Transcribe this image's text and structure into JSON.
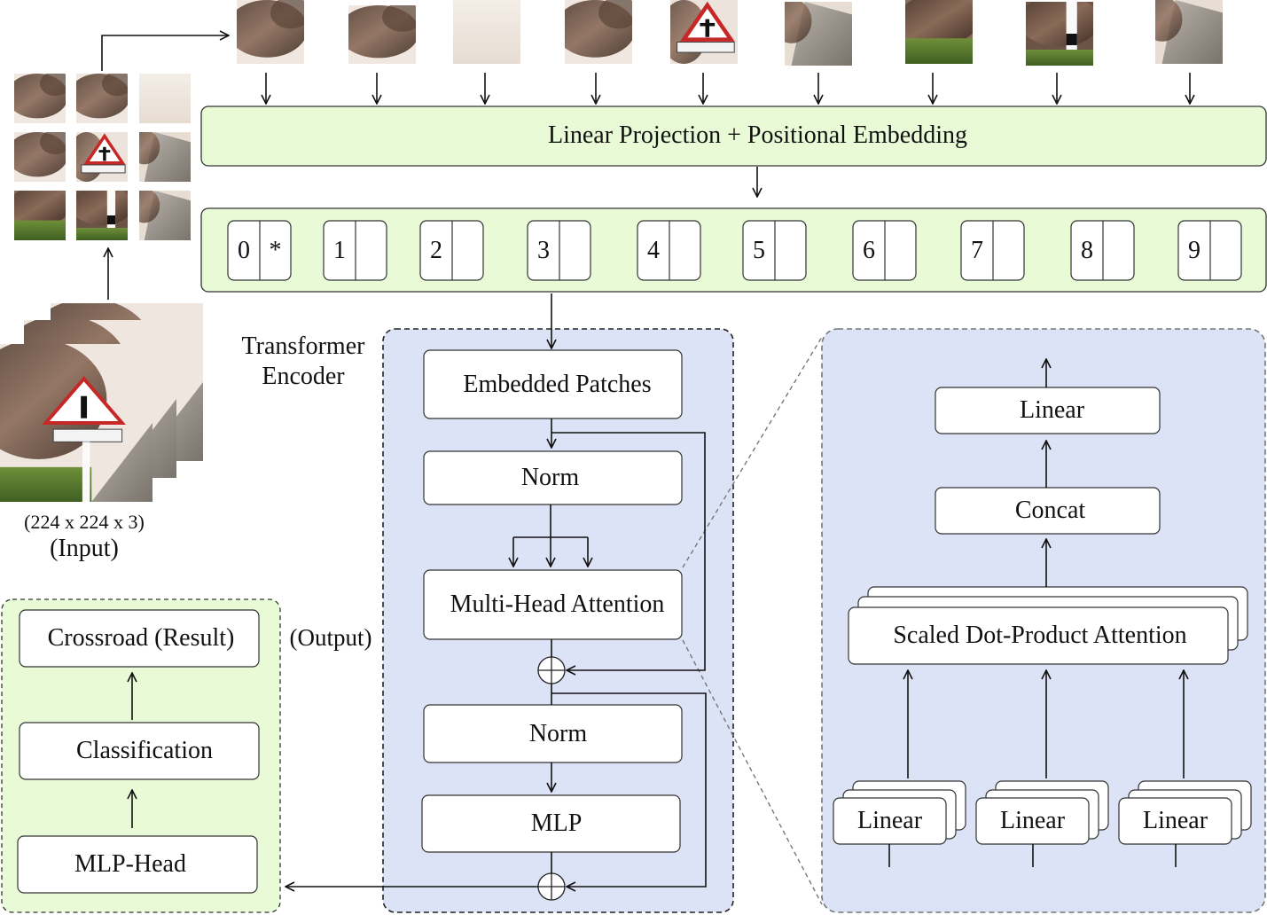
{
  "projection": {
    "label": "Linear Projection + Positional Embedding"
  },
  "tokens": [
    {
      "index": "0",
      "marker": "*"
    },
    {
      "index": "1",
      "marker": ""
    },
    {
      "index": "2",
      "marker": ""
    },
    {
      "index": "3",
      "marker": ""
    },
    {
      "index": "4",
      "marker": ""
    },
    {
      "index": "5",
      "marker": ""
    },
    {
      "index": "6",
      "marker": ""
    },
    {
      "index": "7",
      "marker": ""
    },
    {
      "index": "8",
      "marker": ""
    },
    {
      "index": "9",
      "marker": ""
    }
  ],
  "input": {
    "size": "(224 x 224 x 3)",
    "label": "(Input)"
  },
  "encoder": {
    "title_line1": "Transformer",
    "title_line2": "Encoder",
    "embedded": "Embedded Patches",
    "norm1": "Norm",
    "mha": "Multi-Head Attention",
    "norm2": "Norm",
    "mlp": "MLP"
  },
  "output": {
    "label": "(Output)"
  },
  "head": {
    "result": "Crossroad (Result)",
    "classification": "Classification",
    "mlp_head": "MLP-Head"
  },
  "attention_detail": {
    "linear_top": "Linear",
    "concat": "Concat",
    "sdpa": "Scaled Dot-Product Attention",
    "linear_inputs": [
      "Linear",
      "Linear",
      "Linear"
    ]
  },
  "colors": {
    "green_fill": "#e8fbd6",
    "blue_fill": "#dde3f7",
    "stroke": "#222222",
    "box_fill": "#ffffff"
  },
  "icons": {
    "patch_images": "photo-thumbnail",
    "input_stack": "photo-stack",
    "residual_add": "plus-circle-icon"
  }
}
